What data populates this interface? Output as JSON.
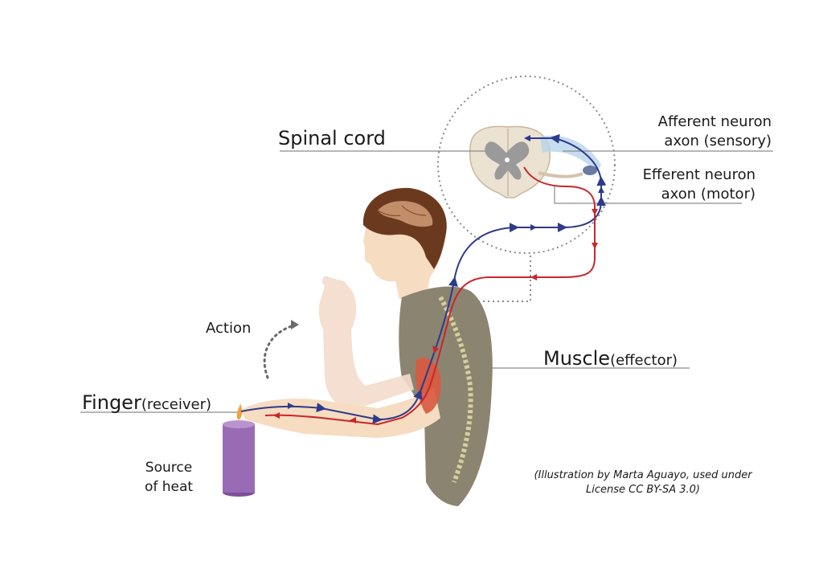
{
  "labels": {
    "spinal_cord": "Spinal cord",
    "afferent_line1": "Afferent neuron",
    "afferent_line2": "axon (sensory)",
    "efferent_line1": "Efferent neuron",
    "efferent_line2": "axon (motor)",
    "action": "Action",
    "muscle_main": "Muscle",
    "muscle_sub": "(effector)",
    "finger_main": "Finger",
    "finger_sub": "(receiver)",
    "source_line1": "Source",
    "source_line2": "of heat"
  },
  "credit": {
    "line1": "(Illustration by Marta Aguayo, used under",
    "line2": "License CC BY-SA 3.0)"
  },
  "colors": {
    "afferent": "#2e3a8c",
    "efferent": "#c9252c",
    "skin": "#f6dcc0",
    "shirt": "#8b8470",
    "hair": "#6b3a1e",
    "candle": "#9a6bb5"
  }
}
